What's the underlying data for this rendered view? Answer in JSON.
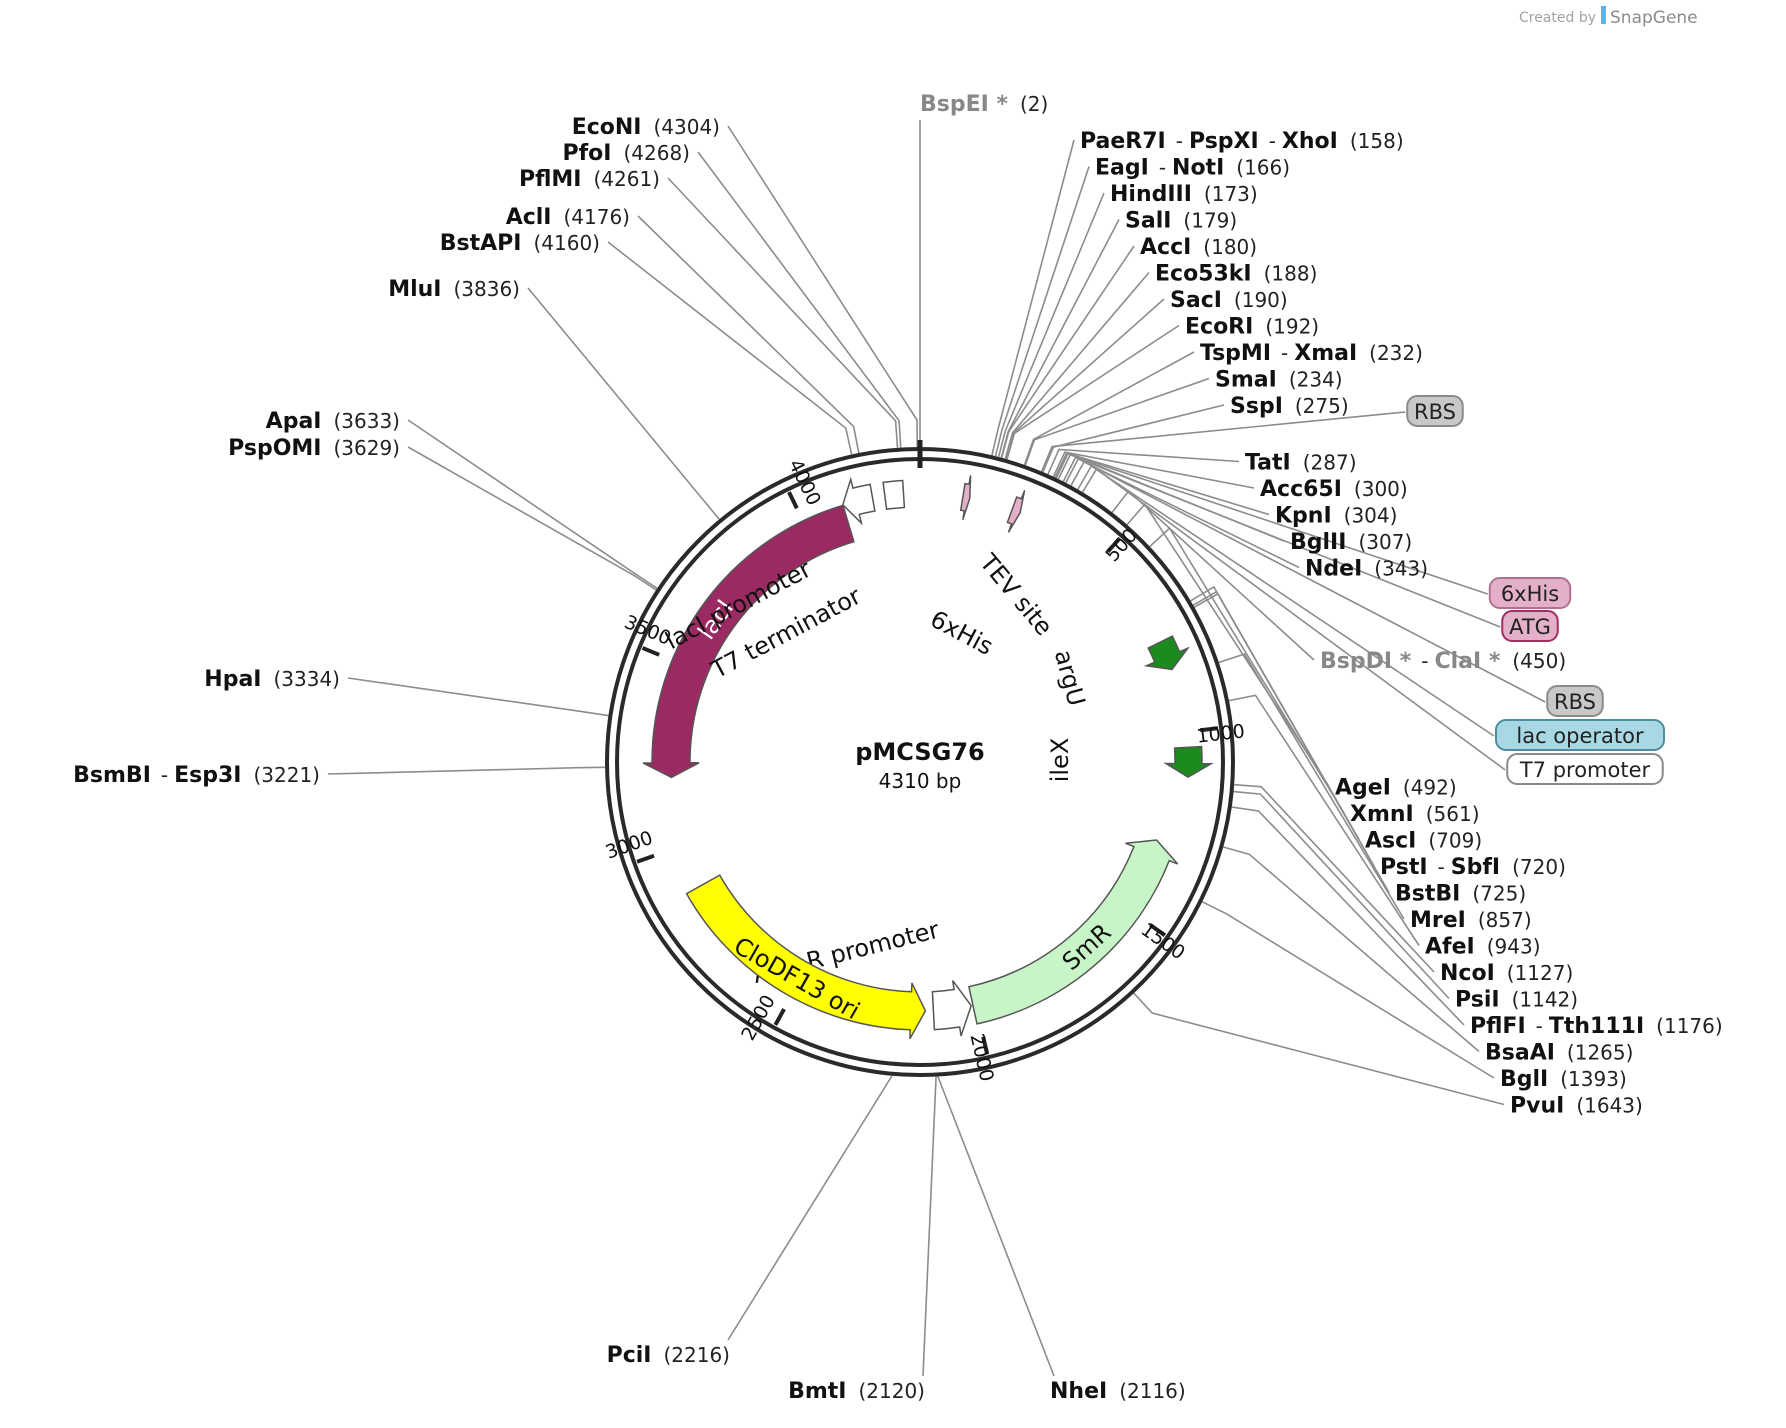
{
  "credit": {
    "prefix": "Created by",
    "brand": "SnapGene"
  },
  "plasmid": {
    "name": "pMCSG76",
    "length_label": "4310 bp",
    "length": 4310
  },
  "tick_marks": [
    {
      "pos": 500,
      "label": "500"
    },
    {
      "pos": 1000,
      "label": "1000"
    },
    {
      "pos": 1500,
      "label": "1500"
    },
    {
      "pos": 2000,
      "label": "2000"
    },
    {
      "pos": 2500,
      "label": "2500"
    },
    {
      "pos": 3000,
      "label": "3000"
    },
    {
      "pos": 3500,
      "label": "3500"
    },
    {
      "pos": 4000,
      "label": "4000"
    }
  ],
  "features": [
    {
      "name": "lacI",
      "start": 3190,
      "end": 4110,
      "direction": "reverse",
      "color": "#9b2a63",
      "label_inside": true,
      "text_color": "#ffffff"
    },
    {
      "name": "lacI promoter",
      "start": 4110,
      "end": 4188,
      "direction": "reverse",
      "color": "#ffffff"
    },
    {
      "name": "T7 terminator",
      "start": 4220,
      "end": 4268,
      "direction": "none",
      "color": "#ffffff"
    },
    {
      "name": "6xHis",
      "start": 110,
      "end": 128,
      "direction": "forward",
      "color": "#e4afc9"
    },
    {
      "name": "TEV site",
      "start": 240,
      "end": 262,
      "direction": "forward",
      "color": "#e4afc9"
    },
    {
      "name": "argU",
      "start": 760,
      "end": 836,
      "direction": "forward",
      "color": "#1d8a1d"
    },
    {
      "name": "ileX",
      "start": 1040,
      "end": 1116,
      "direction": "forward",
      "color": "#1d8a1d"
    },
    {
      "name": "SmR",
      "start": 1296,
      "end": 2008,
      "direction": "reverse",
      "color": "#c8f5c8",
      "label_inside": true,
      "text_color": "#111111"
    },
    {
      "name": "AmpR promoter",
      "start": 2013,
      "end": 2118,
      "direction": "reverse",
      "color": "#ffffff"
    },
    {
      "name": "CloDF13 ori",
      "start": 2140,
      "end": 2880,
      "direction": "reverse",
      "color": "#ffff00",
      "label_inside": true,
      "text_color": "#111111"
    }
  ],
  "feature_tags": [
    {
      "text": "RBS",
      "fill": "#c8c8c8",
      "stroke": "#8a8a8a"
    },
    {
      "text": "6xHis",
      "fill": "#e4afc9",
      "stroke": "#b0708f"
    },
    {
      "text": "ATG",
      "fill": "#e4afc9",
      "stroke": "#a0305f"
    },
    {
      "text": "RBS",
      "fill": "#c8c8c8",
      "stroke": "#8a8a8a"
    },
    {
      "text": "lac operator",
      "fill": "#a8d8e4",
      "stroke": "#4a8ea0"
    },
    {
      "text": "T7 promoter",
      "fill": "#ffffff",
      "stroke": "#8a8a8a"
    }
  ],
  "sites": [
    {
      "names": [
        "BspEI *"
      ],
      "pos": "(2)",
      "gray": true
    },
    {
      "names": [
        "PaeR7I",
        "PspXI",
        "XhoI"
      ],
      "pos": "(158)"
    },
    {
      "names": [
        "EagI",
        "NotI"
      ],
      "pos": "(166)"
    },
    {
      "names": [
        "HindIII"
      ],
      "pos": "(173)"
    },
    {
      "names": [
        "SalI"
      ],
      "pos": "(179)"
    },
    {
      "names": [
        "AccI"
      ],
      "pos": "(180)"
    },
    {
      "names": [
        "Eco53kI"
      ],
      "pos": "(188)"
    },
    {
      "names": [
        "SacI"
      ],
      "pos": "(190)"
    },
    {
      "names": [
        "EcoRI"
      ],
      "pos": "(192)"
    },
    {
      "names": [
        "TspMI",
        "XmaI"
      ],
      "pos": "(232)"
    },
    {
      "names": [
        "SmaI"
      ],
      "pos": "(234)"
    },
    {
      "names": [
        "SspI"
      ],
      "pos": "(275)"
    },
    {
      "names": [
        "TatI"
      ],
      "pos": "(287)"
    },
    {
      "names": [
        "Acc65I"
      ],
      "pos": "(300)"
    },
    {
      "names": [
        "KpnI"
      ],
      "pos": "(304)"
    },
    {
      "names": [
        "BglII"
      ],
      "pos": "(307)"
    },
    {
      "names": [
        "NdeI"
      ],
      "pos": "(343)"
    },
    {
      "names": [
        "BspDI *",
        "ClaI *"
      ],
      "pos": "(450)",
      "gray": true
    },
    {
      "names": [
        "AgeI"
      ],
      "pos": "(492)"
    },
    {
      "names": [
        "XmnI"
      ],
      "pos": "(561)"
    },
    {
      "names": [
        "AscI"
      ],
      "pos": "(709)"
    },
    {
      "names": [
        "PstI",
        "SbfI"
      ],
      "pos": "(720)"
    },
    {
      "names": [
        "BstBI"
      ],
      "pos": "(725)"
    },
    {
      "names": [
        "MreI"
      ],
      "pos": "(857)"
    },
    {
      "names": [
        "AfeI"
      ],
      "pos": "(943)"
    },
    {
      "names": [
        "NcoI"
      ],
      "pos": "(1127)"
    },
    {
      "names": [
        "PsiI"
      ],
      "pos": "(1142)"
    },
    {
      "names": [
        "PflFI",
        "Tth111I"
      ],
      "pos": "(1176)"
    },
    {
      "names": [
        "BsaAI"
      ],
      "pos": "(1265)"
    },
    {
      "names": [
        "BglI"
      ],
      "pos": "(1393)"
    },
    {
      "names": [
        "PvuI"
      ],
      "pos": "(1643)"
    },
    {
      "names": [
        "NheI"
      ],
      "pos": "(2116)"
    },
    {
      "names": [
        "BmtI"
      ],
      "pos": "(2120)"
    },
    {
      "names": [
        "PciI"
      ],
      "pos": "(2216)"
    },
    {
      "names": [
        "BsmBI",
        "Esp3I"
      ],
      "pos": "(3221)"
    },
    {
      "names": [
        "HpaI"
      ],
      "pos": "(3334)"
    },
    {
      "names": [
        "PspOMI"
      ],
      "pos": "(3629)"
    },
    {
      "names": [
        "ApaI"
      ],
      "pos": "(3633)"
    },
    {
      "names": [
        "MluI"
      ],
      "pos": "(3836)"
    },
    {
      "names": [
        "BstAPI"
      ],
      "pos": "(4160)"
    },
    {
      "names": [
        "AclI"
      ],
      "pos": "(4176)"
    },
    {
      "names": [
        "PflMI"
      ],
      "pos": "(4261)"
    },
    {
      "names": [
        "PfoI"
      ],
      "pos": "(4268)"
    },
    {
      "names": [
        "EcoNI"
      ],
      "pos": "(4304)"
    }
  ]
}
